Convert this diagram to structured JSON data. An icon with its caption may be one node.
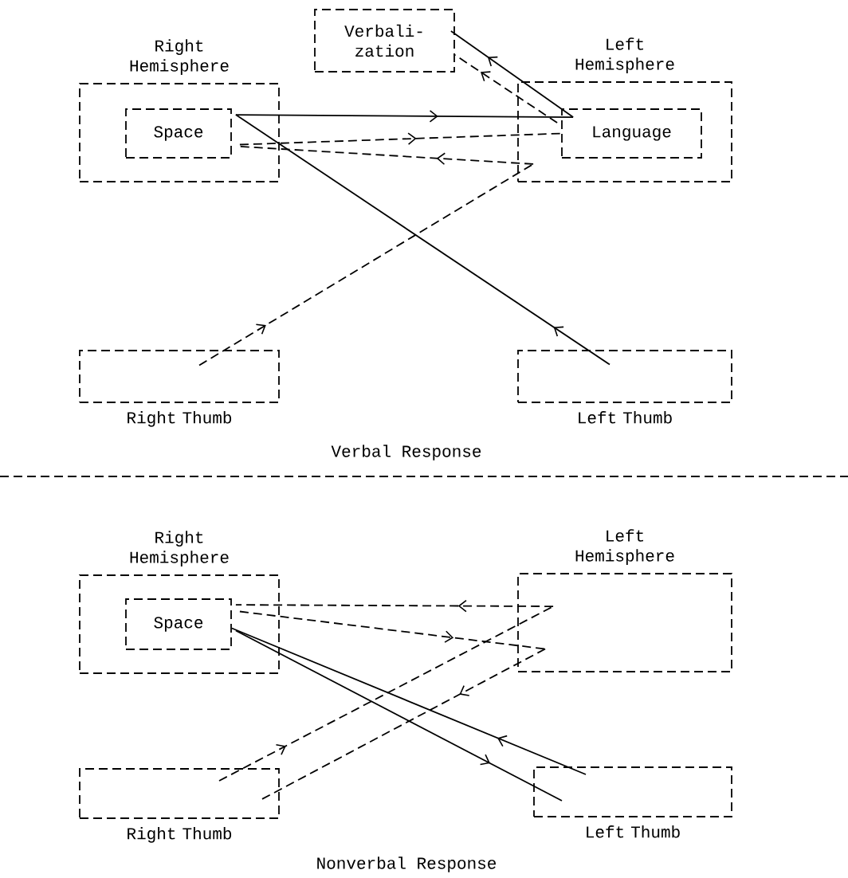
{
  "diagram": {
    "nodes": [
      {
        "text": [
          "Right Hemisphere"
        ]
      },
      {
        "text": [
          "Space"
        ],
        "in": 0
      },
      {
        "text": [
          "Verbali- zation"
        ]
      },
      {
        "text": [
          "Left Hemisphere"
        ]
      },
      {
        "text": [
          "Language"
        ],
        "in": 3
      },
      {
        "text": [
          "Right Thumb"
        ]
      },
      {
        "text": [
          "Left Thumb"
        ]
      },
      {
        "text": [
          "Right Hemisphere"
        ]
      },
      {
        "text": [
          "Space"
        ],
        "in": 7
      },
      {
        "text": [
          "Left Hemisphere"
        ]
      },
      {
        "text": [
          "Right Thumb"
        ]
      },
      {
        "text": [
          "Left Thumb"
        ]
      }
    ],
    "edges": [
      {
        "from": 1,
        "to": 4,
        "arrow": "to"
      },
      {
        "from": 4,
        "to": 2,
        "arrow": "to"
      },
      {
        "from": 1,
        "to": 4,
        "arrow": "to",
        "style": "dashed"
      },
      {
        "from": 4,
        "to": 2,
        "arrow": "to",
        "style": "dashed"
      },
      {
        "from": 5,
        "to": 3,
        "arrow": "to",
        "style": "dashed"
      },
      {
        "from": 3,
        "to": 1,
        "arrow": "to",
        "style": "dashed"
      },
      {
        "from": 6,
        "to": 1,
        "arrow": "to"
      },
      {
        "from": 9,
        "to": 8,
        "arrow": "to",
        "style": "dashed"
      },
      {
        "from": 8,
        "to": 9,
        "arrow": "to",
        "style": "dashed"
      },
      {
        "from": 10,
        "to": 9,
        "arrow": "to",
        "style": "dashed"
      },
      {
        "from": 9,
        "to": 10,
        "arrow": "to",
        "style": "dashed"
      },
      {
        "from": 11,
        "to": 8,
        "arrow": "to"
      },
      {
        "from": 8,
        "to": 11,
        "arrow": "to"
      }
    ],
    "labels": [
      "Verbal Response",
      "Nonverbal Response"
    ]
  }
}
